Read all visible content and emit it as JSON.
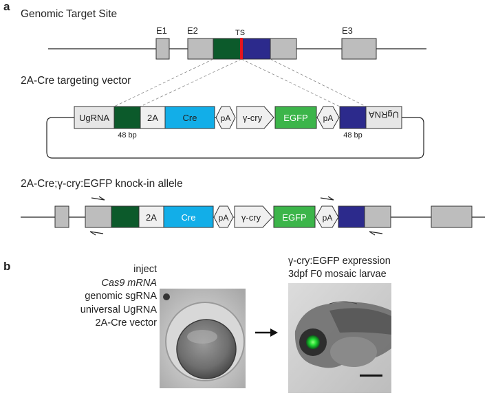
{
  "panel_a": {
    "letter": "a",
    "genomic_title": "Genomic Target Site",
    "exon_labels": [
      "E1",
      "E2",
      "E3"
    ],
    "ts_label": "TS",
    "vector_title": "2A-Cre targeting vector",
    "vector_boxes": [
      "UgRNA",
      "2A",
      "Cre",
      "pA",
      "γ-cry",
      "EGFP",
      "pA",
      "UgRNA"
    ],
    "homology_labels": [
      "48 bp",
      "48 bp"
    ],
    "allele_title": "2A-Cre;γ-cry:EGFP knock-in allele",
    "allele_boxes": [
      "2A",
      "Cre",
      "pA",
      "γ-cry",
      "EGFP",
      "pA"
    ]
  },
  "panel_b": {
    "letter": "b",
    "inject_lines": [
      "inject",
      "Cas9 mRNA",
      "genomic sgRNA",
      "universal UgRNA",
      "2A-Cre vector"
    ],
    "expression_lines": [
      "γ-cry:EGFP expression",
      "3dpf F0 mosaic larvae"
    ]
  },
  "colors": {
    "exon_gray": "#bdbdbd",
    "dark_green": "#0c5a2b",
    "navy": "#2c2a8c",
    "target_red": "#e8151c",
    "cre_blue": "#12aee8",
    "egfp_green": "#3cb54a",
    "light_box": "#e6e6e6",
    "fluorescence": "#22dd33"
  },
  "icons": [
    "right-arrow-icon",
    "primer-forward-icon",
    "primer-reverse-icon"
  ]
}
